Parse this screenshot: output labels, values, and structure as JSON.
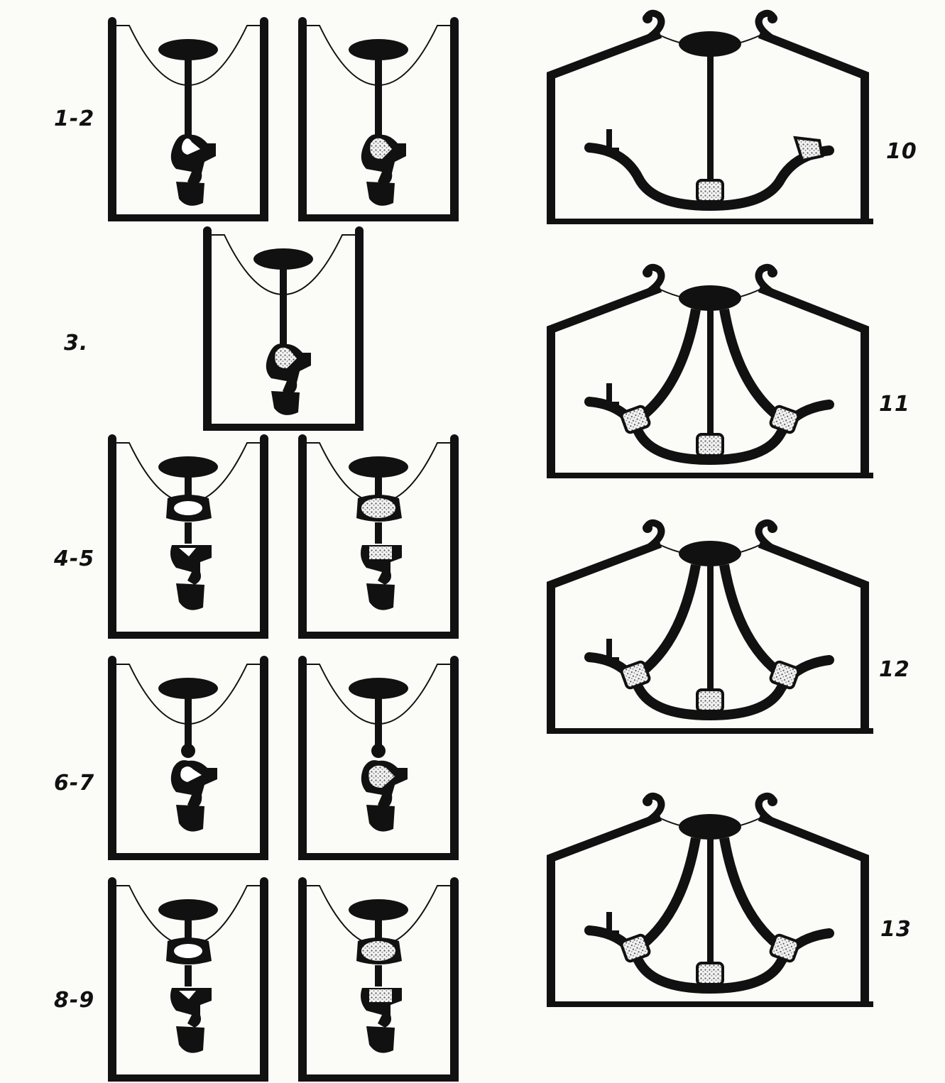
{
  "figure": {
    "labels": {
      "p1_2": "1-2",
      "p3": "3.",
      "p4_5": "4-5",
      "p6_7": "6-7",
      "p8_9": "8-9",
      "p10": "10",
      "p11": "11",
      "p12": "12",
      "p13": "13"
    },
    "colors": {
      "ink": "#111111",
      "paper": "#fbfbf8",
      "stipple": "#9a9a9a",
      "highlight": "#ffffff"
    },
    "icons": {
      "cup": "chamber-outline",
      "lens": "dark-oval-center",
      "stem": "vertical-stalk",
      "body": "dark-lobed-mass",
      "bulge": "stippled-swelling",
      "arch": "dome-chamber",
      "hook": "curled-tip"
    }
  }
}
